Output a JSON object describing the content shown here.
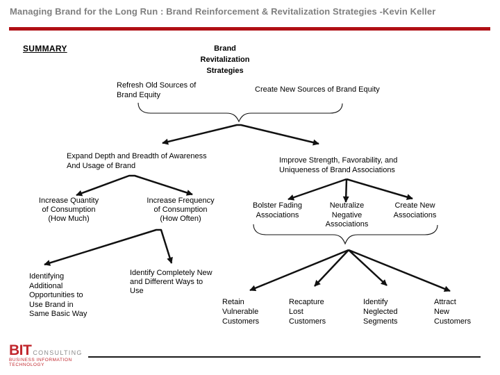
{
  "slide": {
    "title": "Managing Brand for the Long Run : Brand Reinforcement & Revitalization Strategies -Kevin Keller",
    "summary_label": "SUMMARY"
  },
  "nodes": {
    "root": "Brand\nRevitalization\nStrategies",
    "refresh_old": "Refresh Old Sources of\nBrand Equity",
    "create_new": "Create New Sources of Brand Equity",
    "expand_depth": "Expand Depth and Breadth of Awareness\nAnd Usage of Brand",
    "improve_strength": "Improve Strength, Favorability, and\nUniqueness of Brand Associations",
    "increase_quantity": "Increase Quantity\nof Consumption\n(How Much)",
    "increase_frequency": "Increase Frequency\nof Consumption\n(How Often)",
    "bolster_fading": "Bolster Fading\nAssociations",
    "neutralize_negative": "Neutralize\nNegative\nAssociations",
    "create_new_assoc": "Create New\nAssociations",
    "identifying_additional": "Identifying\nAdditional\nOpportunities to\nUse Brand in\nSame Basic Way",
    "identify_completely": "Identify Completely New\nand Different Ways to\nUse",
    "retain_vulnerable": "Retain\nVulnerable\nCustomers",
    "recapture_lost": "Recapture\nLost\nCustomers",
    "identify_neglected": "Identify\nNeglected\nSegments",
    "attract_new": "Attract\nNew\nCustomers"
  },
  "footer": {
    "logo_main": "BIT",
    "logo_sub": "CONSULTING",
    "logo_tagline": "BUSINESS INFORMATION TECHNOLOGY"
  },
  "colors": {
    "title_gray": "#7f7f7f",
    "divider_red": "#b01015",
    "logo_red": "#c1272d",
    "logo_gray": "#8c8c8c"
  }
}
